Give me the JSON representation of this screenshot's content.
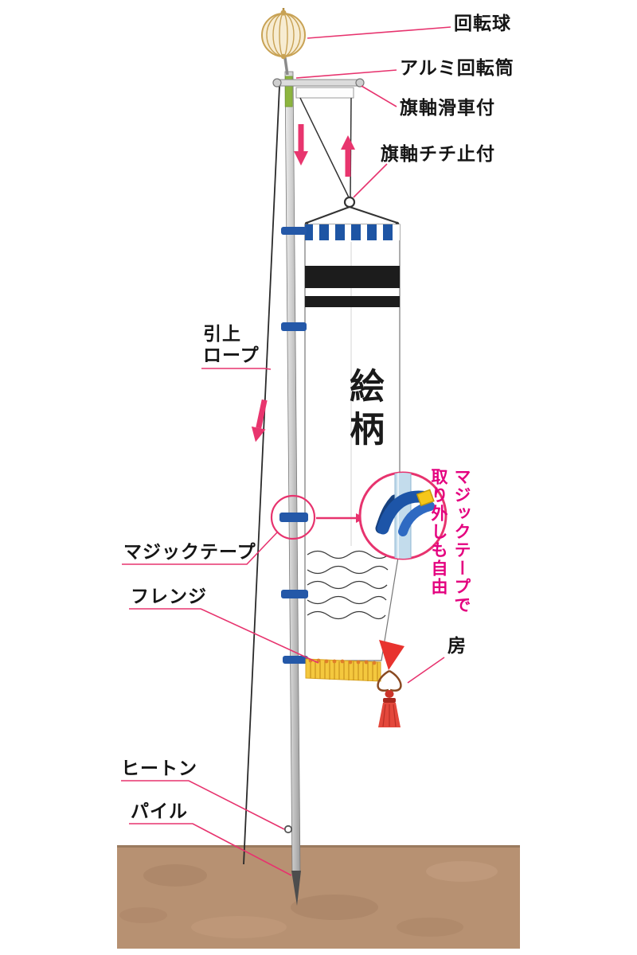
{
  "diagram": {
    "type": "nobori-flagpole-parts-diagram",
    "colors": {
      "accent_pink": "#e7336e",
      "note_pink": "#e4007f",
      "banner_blue": "#1e55a4",
      "ground_brown": "#b79172",
      "fringe_yellow": "#f4c83e",
      "tassel_red": "#e4483c"
    },
    "labels": {
      "rotating_ball": "回転球",
      "aluminum_cylinder": "アルミ回転筒",
      "shaft_pulley": "旗軸滑車付",
      "shaft_chichi": "旗軸チチ止付",
      "hoist_rope_l1": "引上",
      "hoist_rope_l2": "ロープ",
      "magic_tape": "マジックテープ",
      "fringe": "フレンジ",
      "tassel": "房",
      "eye_hook": "ヒートン",
      "pile": "パイル",
      "design": "絵柄",
      "note_l1": "マジックテープで",
      "note_l2": "取り外しも自由"
    }
  }
}
